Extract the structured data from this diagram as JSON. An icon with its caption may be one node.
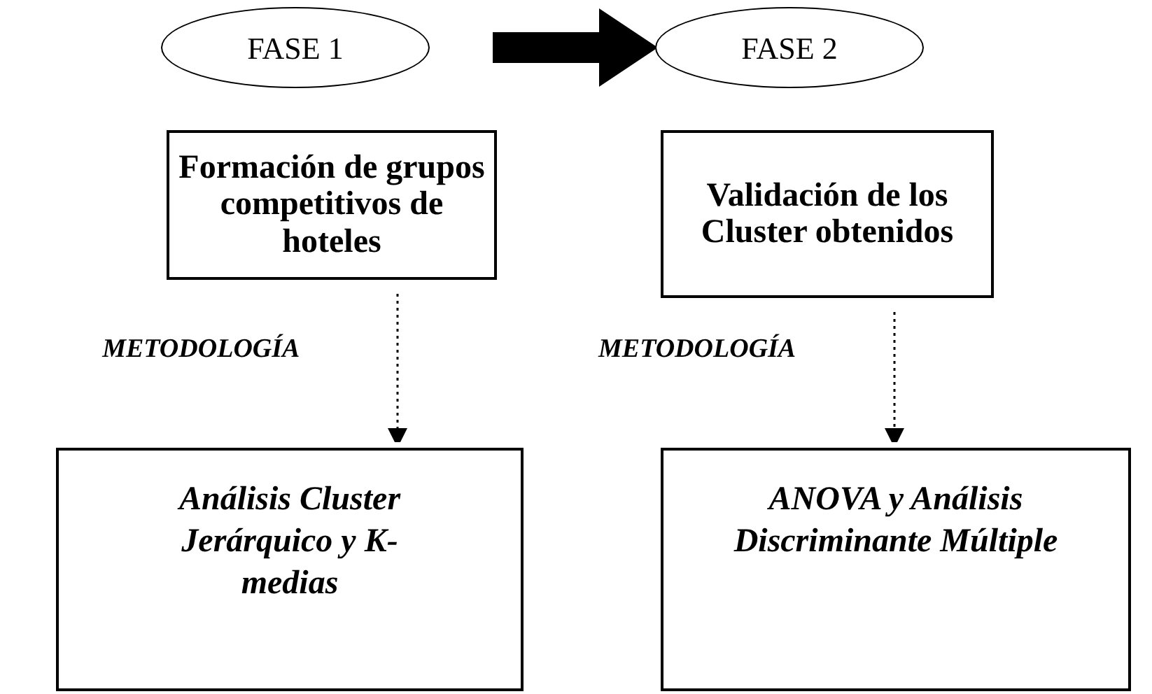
{
  "diagram": {
    "nodes": [
      {
        "text": [
          "FASE 1"
        ]
      },
      {
        "text": [
          "FASE 2"
        ]
      },
      {
        "text": [
          "Formación de grupos competitivos de hoteles"
        ]
      },
      {
        "text": [
          "Validación de los Cluster obtenidos"
        ]
      },
      {
        "text": [
          "Análisis Cluster Jerárquico y K-medias"
        ]
      },
      {
        "text": [
          "ANOVA y Análisis Discriminante Múltiple"
        ]
      }
    ],
    "edges": [
      {
        "from": 0,
        "to": 1,
        "arrow": "to",
        "style": "thick"
      },
      {
        "from": 2,
        "to": 4,
        "arrow": "to",
        "style": "dashed",
        "label": "METODOLOGÍA"
      },
      {
        "from": 3,
        "to": 5,
        "arrow": "to",
        "style": "dashed",
        "label": "METODOLOGÍA"
      }
    ]
  }
}
